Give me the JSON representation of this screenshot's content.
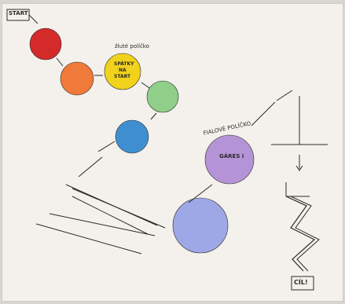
{
  "labels": {
    "start": "START",
    "yellow_title": "žluté políčko",
    "yellow_text_line1": "SPÁTKY",
    "yellow_text_line2": "NA",
    "yellow_text_line3": "START",
    "purple_title": "FIALOVÉ POLÍČKO",
    "purple_text": "GÁRES i",
    "finish": "CÍL!"
  },
  "colors": {
    "red": "#d42a2a",
    "orange": "#f07a3a",
    "yellow": "#f1d21c",
    "green": "#8fcf8a",
    "blue": "#3f8fd0",
    "purple": "#b493d6",
    "periwinkle": "#9fa8e6",
    "ink": "#2a2a2a"
  }
}
